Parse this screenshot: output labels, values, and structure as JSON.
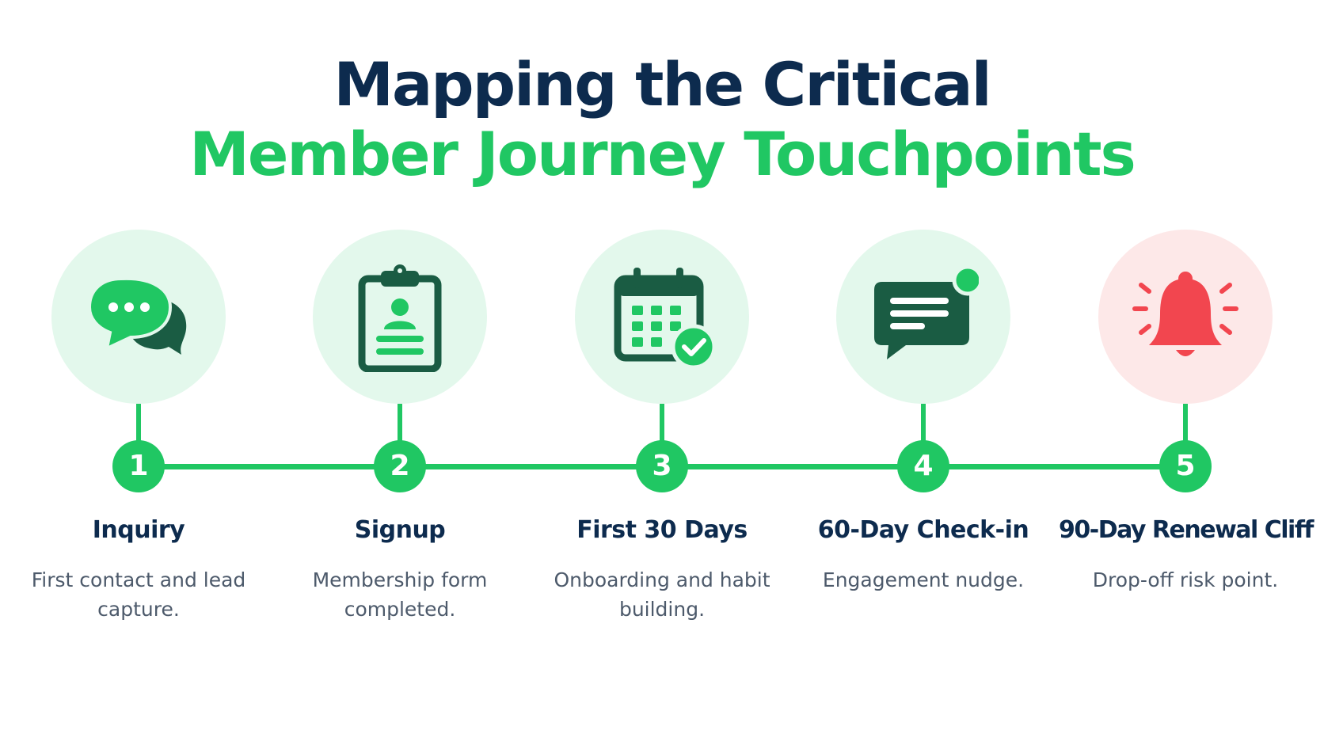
{
  "title": {
    "line1": "Mapping the Critical",
    "line2": "Member Journey Touchpoints"
  },
  "colors": {
    "navy": "#0d2b4e",
    "green": "#20c763",
    "dark_green": "#1a5c43",
    "light_green_bg": "#e3f8ec",
    "red": "#f2464f",
    "light_red_bg": "#fde8e8",
    "text_gray": "#4d5a6b"
  },
  "steps": [
    {
      "number": "1",
      "title": "Inquiry",
      "description": "First contact and lead capture.",
      "icon": "chat-bubbles-icon",
      "theme": "green"
    },
    {
      "number": "2",
      "title": "Signup",
      "description": "Membership form completed.",
      "icon": "clipboard-form-icon",
      "theme": "green"
    },
    {
      "number": "3",
      "title": "First 30 Days",
      "description": "Onboarding and habit building.",
      "icon": "calendar-check-icon",
      "theme": "green"
    },
    {
      "number": "4",
      "title": "60-Day Check-in",
      "description": "Engagement nudge.",
      "icon": "message-notification-icon",
      "theme": "green"
    },
    {
      "number": "5",
      "title": "90-Day Renewal Cliff",
      "description": "Drop-off risk point.",
      "icon": "alarm-bell-icon",
      "theme": "red"
    }
  ]
}
